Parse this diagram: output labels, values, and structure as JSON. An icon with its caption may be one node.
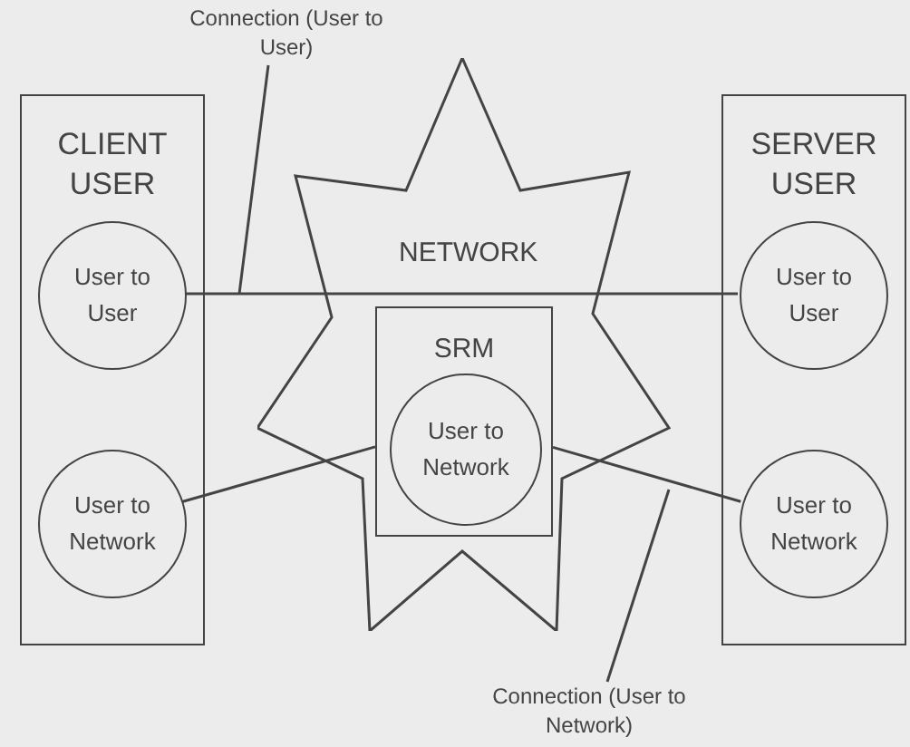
{
  "diagram": {
    "nodes": [
      {
        "text": [
          "CLIENT USER"
        ]
      },
      {
        "text": [
          "User to User"
        ],
        "in": 0
      },
      {
        "text": [
          "User to Network"
        ],
        "in": 0
      },
      {
        "text": [
          "NETWORK"
        ]
      },
      {
        "text": [
          "SRM"
        ],
        "in": 3
      },
      {
        "text": [
          "User to Network"
        ],
        "in": 4
      },
      {
        "text": [
          "SERVER USER"
        ]
      },
      {
        "text": [
          "User to User"
        ],
        "in": 6
      },
      {
        "text": [
          "User to Network"
        ],
        "in": 6
      },
      {
        "text": [
          "Connection (User to User)"
        ]
      },
      {
        "text": [
          "Connection (User to Network)"
        ]
      }
    ],
    "edges": [
      {
        "from": 1,
        "to": 7,
        "arrow": "none"
      },
      {
        "from": 2,
        "to": 4,
        "arrow": "none"
      },
      {
        "from": 4,
        "to": 8,
        "arrow": "none"
      },
      {
        "from": 9,
        "to": null,
        "arrow": "none"
      },
      {
        "from": 10,
        "to": null,
        "arrow": "none"
      }
    ]
  }
}
